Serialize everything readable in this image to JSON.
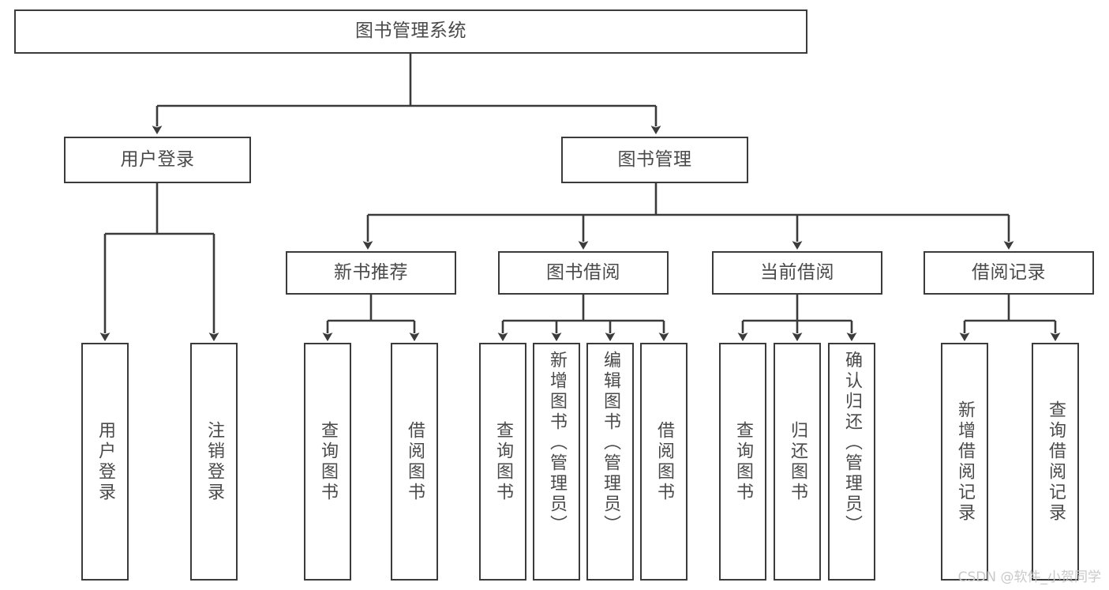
{
  "diagram": {
    "type": "tree",
    "title": "图书管理系统",
    "watermark": "CSDN @软件_小贺同学",
    "colors": {
      "box_border": "#3b3b3b",
      "box_fill": "#ffffff",
      "text": "#4a4a4a",
      "connector": "#3b3b3b",
      "watermark": "#c9c9c9",
      "background": "#ffffff"
    },
    "levels": {
      "root": {
        "label": "图书管理系统"
      },
      "level2": [
        {
          "label": "用户登录"
        },
        {
          "label": "图书管理"
        }
      ],
      "level3": [
        {
          "label": "新书推荐"
        },
        {
          "label": "图书借阅"
        },
        {
          "label": "当前借阅"
        },
        {
          "label": "借阅记录"
        }
      ],
      "leaves": {
        "user_login": [
          {
            "label": "用户登录"
          },
          {
            "label": "注销登录"
          }
        ],
        "new_book_recommend": [
          {
            "label": "查询图书"
          },
          {
            "label": "借阅图书"
          }
        ],
        "book_borrow": [
          {
            "label": "查询图书"
          },
          {
            "label": "新增图书（管理员）"
          },
          {
            "label": "编辑图书（管理员）"
          },
          {
            "label": "借阅图书"
          }
        ],
        "current_borrow": [
          {
            "label": "查询图书"
          },
          {
            "label": "归还图书"
          },
          {
            "label": "确认归还（管理员）"
          }
        ],
        "borrow_record": [
          {
            "label": "新增借阅记录"
          },
          {
            "label": "查询借阅记录"
          }
        ]
      }
    }
  }
}
